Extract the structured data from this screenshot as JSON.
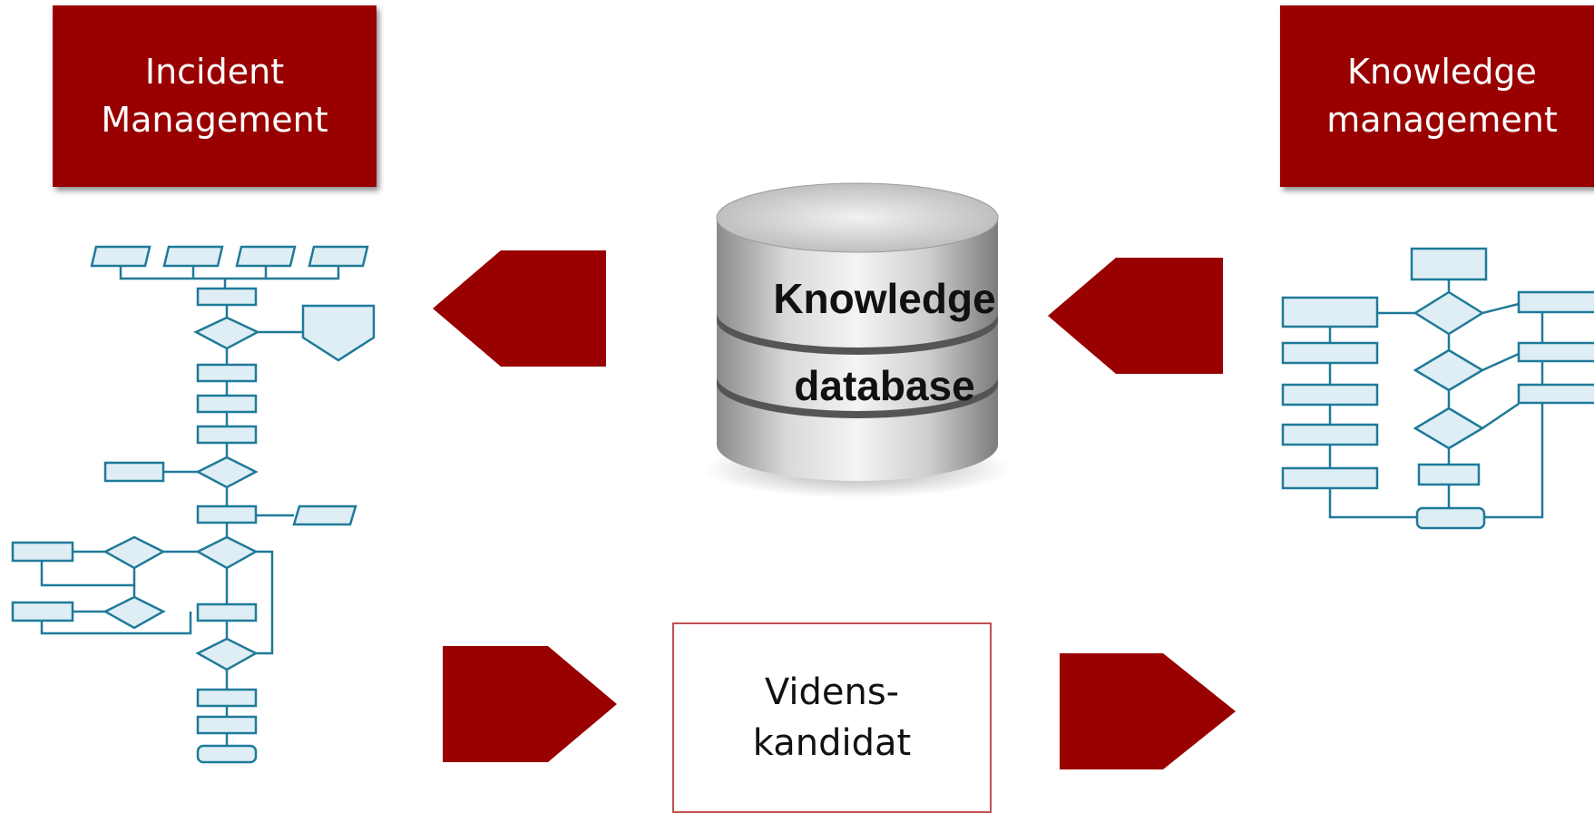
{
  "incident_management": {
    "title": "Incident\nManagement"
  },
  "knowledge_management": {
    "title": "Knowledge\nmanagement"
  },
  "database": {
    "line1": "Knowledge",
    "line2": "database"
  },
  "candidate": {
    "label": "Videns-\nkandidat"
  },
  "colors": {
    "box_red": "#990000",
    "candidate_border": "#c0504d",
    "flow_blue": "#1f7a99",
    "flow_fill": "#deeef4"
  }
}
